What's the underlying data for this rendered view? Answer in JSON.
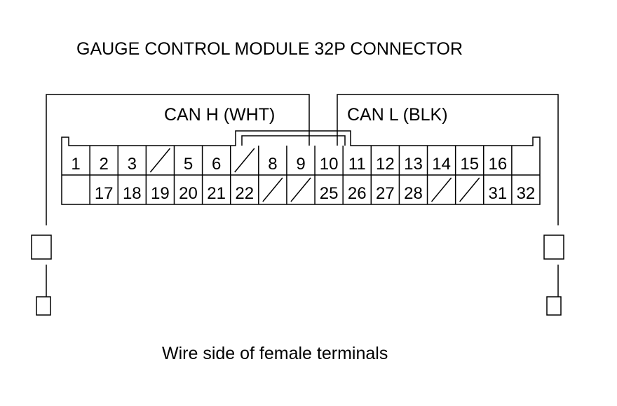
{
  "title": "GAUGE CONTROL MODULE 32P CONNECTOR",
  "caption": "Wire side of female terminals",
  "can_high_label": "CAN H (WHT)",
  "can_low_label": "CAN L (BLK)",
  "top_row": [
    "1",
    "2",
    "3",
    "",
    "5",
    "6",
    "",
    "8",
    "9",
    "10",
    "11",
    "12",
    "13",
    "14",
    "15",
    "16",
    ""
  ],
  "bottom_row": [
    "",
    "17",
    "18",
    "19",
    "20",
    "21",
    "22",
    "",
    "",
    "25",
    "26",
    "27",
    "28",
    "",
    "",
    "31",
    "32"
  ],
  "colors": {
    "line": "#000000",
    "background": "#ffffff"
  }
}
